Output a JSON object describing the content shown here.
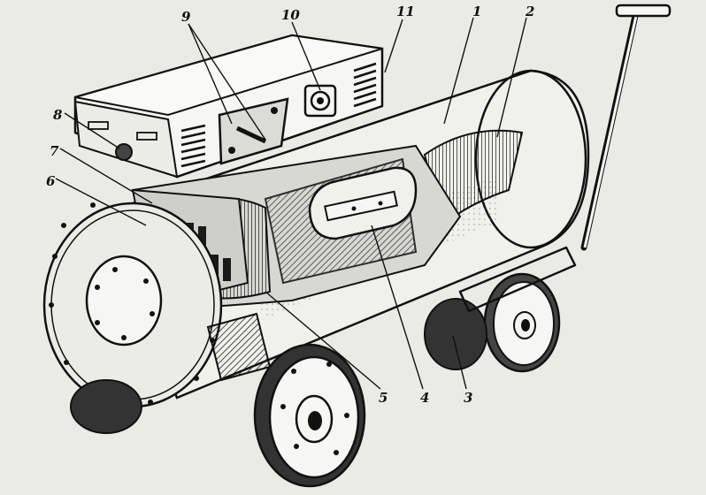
{
  "callouts": [
    {
      "id": "1",
      "text": "1"
    },
    {
      "id": "2",
      "text": "2"
    },
    {
      "id": "3",
      "text": "3"
    },
    {
      "id": "4",
      "text": "4"
    },
    {
      "id": "5",
      "text": "5"
    },
    {
      "id": "6",
      "text": "6"
    },
    {
      "id": "7",
      "text": "7"
    },
    {
      "id": "8",
      "text": "8"
    },
    {
      "id": "9",
      "text": "9"
    },
    {
      "id": "10",
      "text": "10"
    },
    {
      "id": "11",
      "text": "11"
    }
  ],
  "colors": {
    "paper": "#ebebe6",
    "ink": "#111111",
    "shade": "#9a9a95",
    "light": "#f6f6f2"
  }
}
